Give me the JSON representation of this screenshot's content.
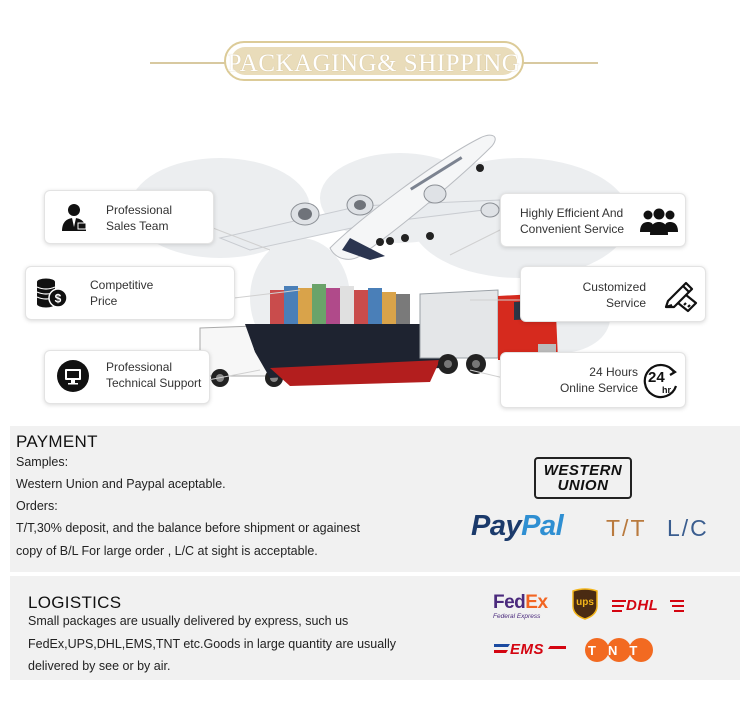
{
  "header": {
    "title": "PACKAGING& SHIPPING"
  },
  "features": {
    "sales_team": "Professional\nSales Team",
    "price": "Competitive\nPrice",
    "tech_support": "Professional\nTechnical Support",
    "efficient": "Highly Efficient And\nConvenient Service",
    "customized": "Customized\nService",
    "online": "24 Hours\nOnline Service",
    "clock_label": "24",
    "clock_unit": "hr"
  },
  "payment": {
    "title": "PAYMENT",
    "lines": [
      "Samples:",
      "Western Union and Paypal aceptable.",
      "Orders:",
      "T/T,30% deposit, and the balance before  shipment or againest",
      "copy of B/L  For large order , L/C at sight is acceptable."
    ],
    "logos": {
      "western_union_1": "WESTERN",
      "western_union_2": "UNION",
      "paypal_1": "Pay",
      "paypal_2": "Pal",
      "tt": "T/T",
      "lc": "L/C"
    }
  },
  "logistics": {
    "title": "LOGISTICS",
    "lines": [
      "Small packages are usually delivered by express, such us",
      "FedEx,UPS,DHL,EMS,TNT etc.Goods in large quantity are usually",
      "delivered by see or by air."
    ],
    "logos": {
      "fedex_1": "Fed",
      "fedex_2": "Ex",
      "fedex_sub": "Federal Express",
      "ups": "ups",
      "dhl": "DHL",
      "ems": "EMS",
      "tnt": "TNT"
    }
  },
  "colors": {
    "header_gold": "#e9dcba",
    "panel_bg": "#f1f1f1",
    "paypal_dark": "#1b3a6b",
    "paypal_light": "#2f8fd2",
    "fedex_purple": "#4b2a7d",
    "fedex_orange": "#f26522",
    "dhl_red": "#d40511",
    "tnt_orange": "#f26a21"
  }
}
